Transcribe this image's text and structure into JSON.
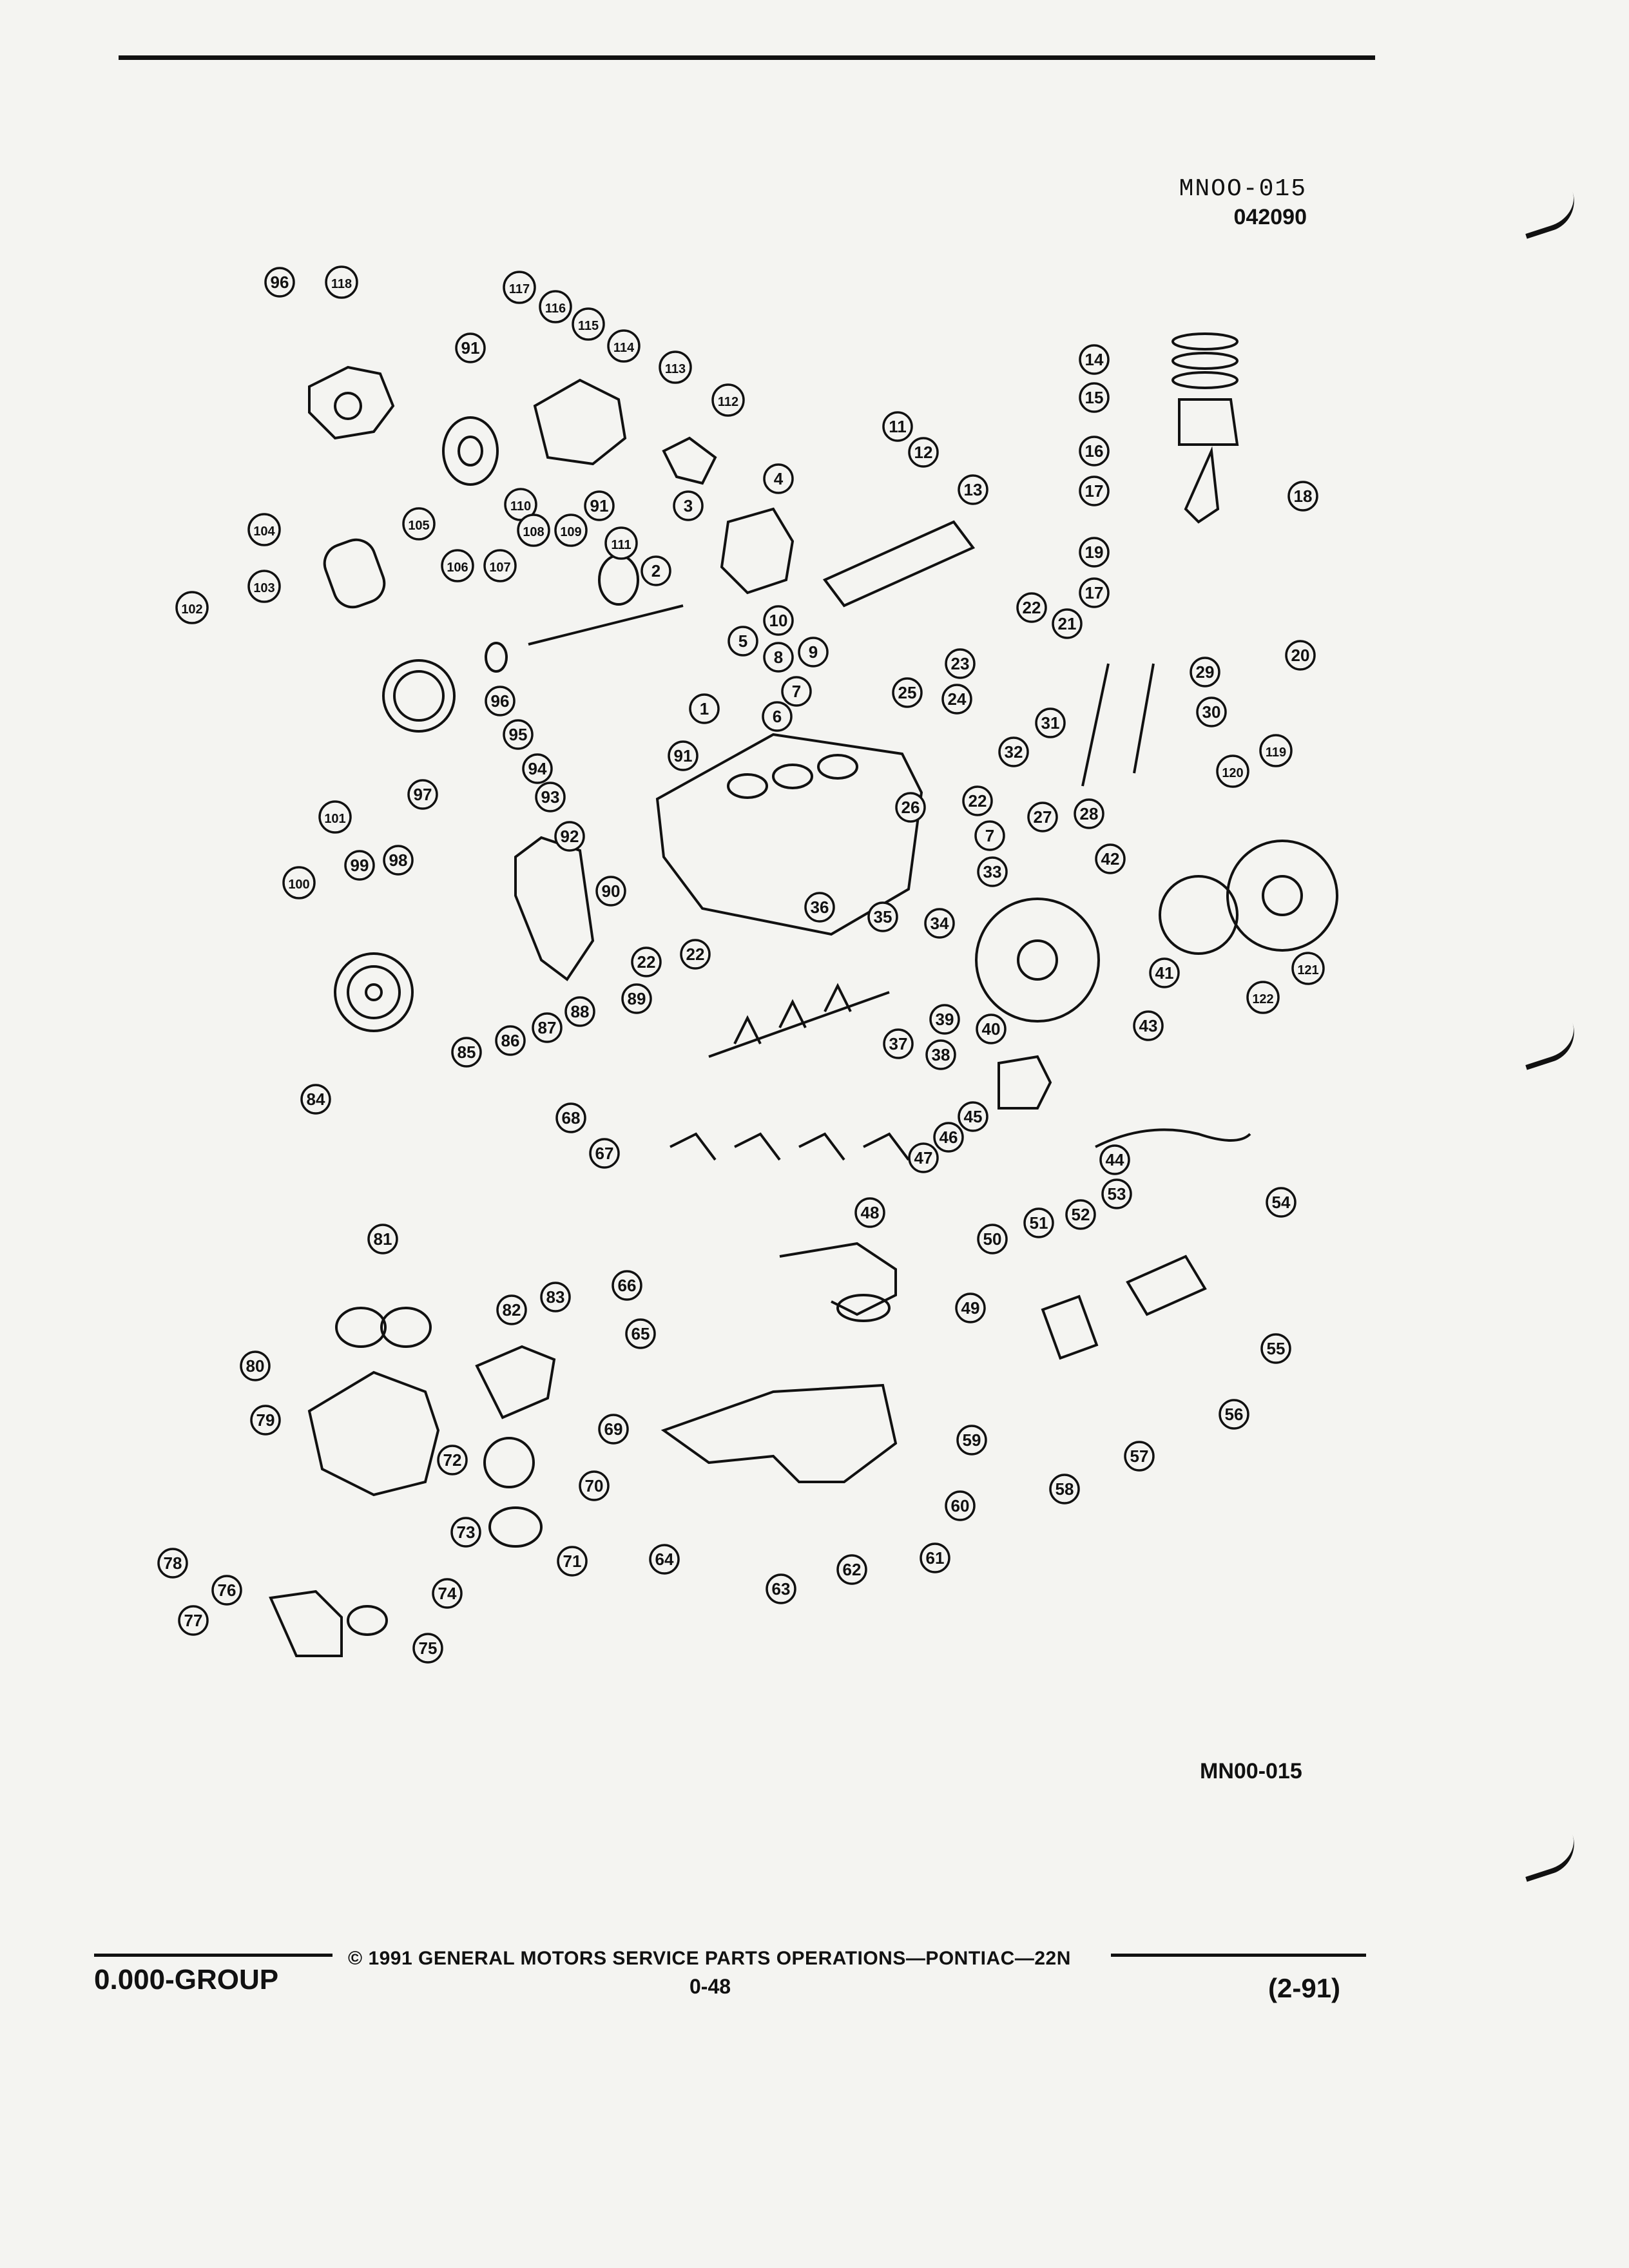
{
  "header": {
    "ref_code": "MNOO-015",
    "date_code": "042090"
  },
  "figure_code": "MN00-015",
  "footer": {
    "group": "0.000-GROUP",
    "copyright": "© 1991 GENERAL MOTORS SERVICE PARTS OPERATIONS—PONTIAC—22N",
    "page_number": "0-48",
    "revision": "(2-91)"
  },
  "callouts": [
    {
      "id": "96a",
      "text": "96"
    },
    {
      "id": "118",
      "text": "118"
    },
    {
      "id": "117",
      "text": "117"
    },
    {
      "id": "116",
      "text": "116"
    },
    {
      "id": "115",
      "text": "115"
    },
    {
      "id": "114",
      "text": "114"
    },
    {
      "id": "113",
      "text": "113"
    },
    {
      "id": "112",
      "text": "112"
    },
    {
      "id": "91a",
      "text": "91"
    },
    {
      "id": "91b",
      "text": "91"
    },
    {
      "id": "110",
      "text": "110"
    },
    {
      "id": "3",
      "text": "3"
    },
    {
      "id": "4",
      "text": "4"
    },
    {
      "id": "11",
      "text": "11"
    },
    {
      "id": "12",
      "text": "12"
    },
    {
      "id": "13",
      "text": "13"
    },
    {
      "id": "14",
      "text": "14"
    },
    {
      "id": "15",
      "text": "15"
    },
    {
      "id": "16",
      "text": "16"
    },
    {
      "id": "17a",
      "text": "17"
    },
    {
      "id": "18",
      "text": "18"
    },
    {
      "id": "19",
      "text": "19"
    },
    {
      "id": "17b",
      "text": "17"
    },
    {
      "id": "20",
      "text": "20"
    },
    {
      "id": "104",
      "text": "104"
    },
    {
      "id": "105",
      "text": "105"
    },
    {
      "id": "108",
      "text": "108"
    },
    {
      "id": "109",
      "text": "109"
    },
    {
      "id": "111",
      "text": "111"
    },
    {
      "id": "2",
      "text": "2"
    },
    {
      "id": "106",
      "text": "106"
    },
    {
      "id": "107",
      "text": "107"
    },
    {
      "id": "103",
      "text": "103"
    },
    {
      "id": "102",
      "text": "102"
    },
    {
      "id": "22a",
      "text": "22"
    },
    {
      "id": "21",
      "text": "21"
    },
    {
      "id": "10",
      "text": "10"
    },
    {
      "id": "5",
      "text": "5"
    },
    {
      "id": "8",
      "text": "8"
    },
    {
      "id": "9",
      "text": "9"
    },
    {
      "id": "23",
      "text": "23"
    },
    {
      "id": "96b",
      "text": "96"
    },
    {
      "id": "7a",
      "text": "7"
    },
    {
      "id": "25",
      "text": "25"
    },
    {
      "id": "24",
      "text": "24"
    },
    {
      "id": "31",
      "text": "31"
    },
    {
      "id": "29",
      "text": "29"
    },
    {
      "id": "30",
      "text": "30"
    },
    {
      "id": "1",
      "text": "1"
    },
    {
      "id": "6",
      "text": "6"
    },
    {
      "id": "95",
      "text": "95"
    },
    {
      "id": "94",
      "text": "94"
    },
    {
      "id": "91c",
      "text": "91"
    },
    {
      "id": "32",
      "text": "32"
    },
    {
      "id": "93",
      "text": "93"
    },
    {
      "id": "97",
      "text": "97"
    },
    {
      "id": "26",
      "text": "26"
    },
    {
      "id": "22b",
      "text": "22"
    },
    {
      "id": "27",
      "text": "27"
    },
    {
      "id": "28",
      "text": "28"
    },
    {
      "id": "101",
      "text": "101"
    },
    {
      "id": "92",
      "text": "92"
    },
    {
      "id": "120",
      "text": "120"
    },
    {
      "id": "119",
      "text": "119"
    },
    {
      "id": "7b",
      "text": "7"
    },
    {
      "id": "33",
      "text": "33"
    },
    {
      "id": "99",
      "text": "99"
    },
    {
      "id": "98",
      "text": "98"
    },
    {
      "id": "42",
      "text": "42"
    },
    {
      "id": "100",
      "text": "100"
    },
    {
      "id": "90",
      "text": "90"
    },
    {
      "id": "34",
      "text": "34"
    },
    {
      "id": "36",
      "text": "36"
    },
    {
      "id": "35",
      "text": "35"
    },
    {
      "id": "22c",
      "text": "22"
    },
    {
      "id": "22d",
      "text": "22"
    },
    {
      "id": "41",
      "text": "41"
    },
    {
      "id": "121",
      "text": "121"
    },
    {
      "id": "122",
      "text": "122"
    },
    {
      "id": "89",
      "text": "89"
    },
    {
      "id": "88",
      "text": "88"
    },
    {
      "id": "87",
      "text": "87"
    },
    {
      "id": "86",
      "text": "86"
    },
    {
      "id": "85",
      "text": "85"
    },
    {
      "id": "39",
      "text": "39"
    },
    {
      "id": "40",
      "text": "40"
    },
    {
      "id": "37",
      "text": "37"
    },
    {
      "id": "38",
      "text": "38"
    },
    {
      "id": "43",
      "text": "43"
    },
    {
      "id": "84",
      "text": "84"
    },
    {
      "id": "68",
      "text": "68"
    },
    {
      "id": "45",
      "text": "45"
    },
    {
      "id": "46",
      "text": "46"
    },
    {
      "id": "67",
      "text": "67"
    },
    {
      "id": "47",
      "text": "47"
    },
    {
      "id": "44",
      "text": "44"
    },
    {
      "id": "48",
      "text": "48"
    },
    {
      "id": "54",
      "text": "54"
    },
    {
      "id": "53",
      "text": "53"
    },
    {
      "id": "51",
      "text": "51"
    },
    {
      "id": "52",
      "text": "52"
    },
    {
      "id": "81",
      "text": "81"
    },
    {
      "id": "50",
      "text": "50"
    },
    {
      "id": "66",
      "text": "66"
    },
    {
      "id": "49",
      "text": "49"
    },
    {
      "id": "82",
      "text": "82"
    },
    {
      "id": "83",
      "text": "83"
    },
    {
      "id": "65",
      "text": "65"
    },
    {
      "id": "55",
      "text": "55"
    },
    {
      "id": "80",
      "text": "80"
    },
    {
      "id": "69",
      "text": "69"
    },
    {
      "id": "56",
      "text": "56"
    },
    {
      "id": "79",
      "text": "79"
    },
    {
      "id": "72",
      "text": "72"
    },
    {
      "id": "59",
      "text": "59"
    },
    {
      "id": "70",
      "text": "70"
    },
    {
      "id": "57",
      "text": "57"
    },
    {
      "id": "58",
      "text": "58"
    },
    {
      "id": "73",
      "text": "73"
    },
    {
      "id": "60",
      "text": "60"
    },
    {
      "id": "78",
      "text": "78"
    },
    {
      "id": "71",
      "text": "71"
    },
    {
      "id": "64",
      "text": "64"
    },
    {
      "id": "61",
      "text": "61"
    },
    {
      "id": "62",
      "text": "62"
    },
    {
      "id": "74",
      "text": "74"
    },
    {
      "id": "76",
      "text": "76"
    },
    {
      "id": "63",
      "text": "63"
    },
    {
      "id": "77",
      "text": "77"
    },
    {
      "id": "75",
      "text": "75"
    }
  ]
}
